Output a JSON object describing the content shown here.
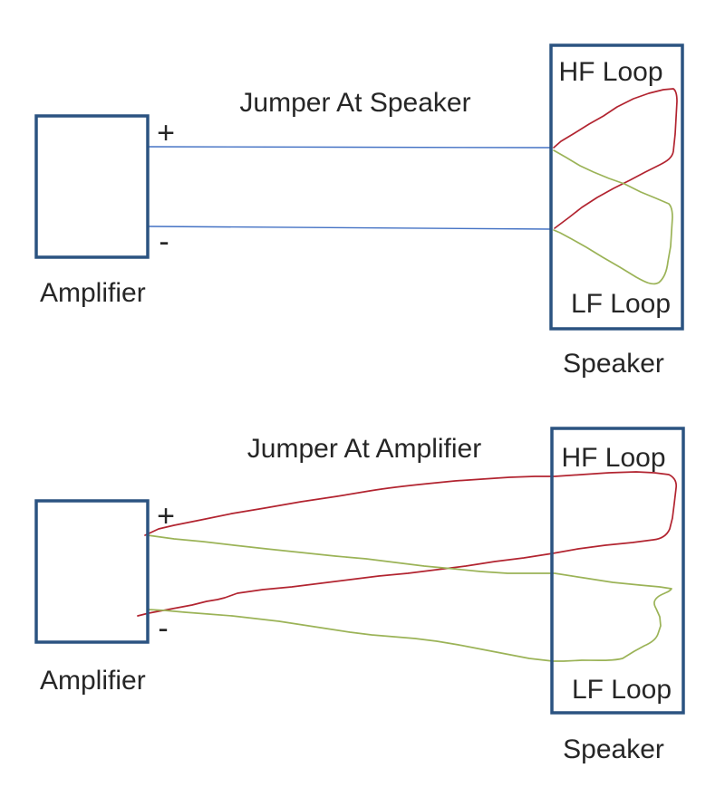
{
  "colors": {
    "background": "#FFFFFF",
    "box_border": "#2B5381",
    "speaker_cable": "#4472C4",
    "hf_wire": "#B22430",
    "lf_wire": "#9BB357",
    "text": "#262626"
  },
  "top_diagram": {
    "title": "Jumper At Speaker",
    "amplifier_label": "Amplifier",
    "positive_label": "+",
    "negative_label": "-",
    "speaker_label": "Speaker",
    "hf_loop_label": "HF Loop",
    "lf_loop_label": "LF Loop"
  },
  "bottom_diagram": {
    "title": "Jumper At Amplifier",
    "amplifier_label": "Amplifier",
    "positive_label": "+",
    "negative_label": "-",
    "speaker_label": "Speaker",
    "hf_loop_label": "HF Loop",
    "lf_loop_label": "LF Loop"
  }
}
